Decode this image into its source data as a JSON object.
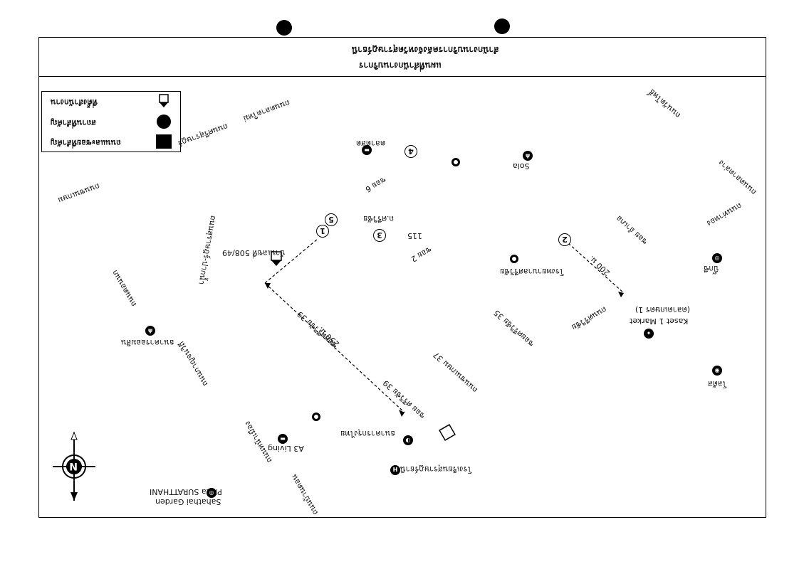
{
  "header": {
    "line1": "แผนที่สำนักงานบริการ",
    "line2": "สำนักงานบริการคลังจังหวัดสุราษฎร์ธานี"
  },
  "legend": {
    "items": [
      {
        "label": "ที่ตั้งสำนักงาน",
        "symbol": "arrow-marker-icon"
      },
      {
        "label": "สถานที่สำคัญ",
        "symbol": "filled-circle-icon"
      },
      {
        "label": "ถนนและซอยที่สำคัญ",
        "symbol": "filled-square-icon"
      }
    ]
  },
  "labels": {
    "sahathai": "Sahathai Garden",
    "plaza": "Plaza SURATTHANI",
    "a3living": "A3 Living",
    "kaset": "Kaset 1 Market",
    "kaset_sub": "(ตลาดเกษตร 1)",
    "sola": "Sola",
    "lotus": "โลตัส",
    "bigc": "บิ๊กซี",
    "hospital": "โรงพยาบาลศรีวิชัย",
    "bank1": "ธนาคารกรุงไทย",
    "bank2": "ธนาคารออมสิน",
    "school": "โรงเรียนสุราษฎร์ธานี",
    "market": "ตลาดสด",
    "office_addr": "บ้านเลขที่ 508/49",
    "num115": "115",
    "num_road": "ถ.ศรีวิชัย",
    "road_a": "ถนนชนเกษม",
    "road_b": "ถนนตลาดใหม่",
    "road_c": "ถนนศรีสุราษฎร์",
    "road_d": "ซอยศรีวิชัย 39",
    "road_e": "ซอยศรีวิชัย 35",
    "road_f": "ถนนชนเกษม 37",
    "road_g": "ถนนสุราษฎร์-ปากน้ำ",
    "road_h": "ถนนดอนนก",
    "road_i": "ถนนกาญจนวิถี",
    "road_j": "ถนนหน้าเมือง",
    "road_k": "ถนนบ้านดอน",
    "road_l": "ถนนวัดโพธิ์",
    "road_m": "ถนนตลาดล่าง",
    "road_n": "ถนนท่าทอง",
    "road_o": "ซอย 6",
    "road_p": "ซอย 2",
    "road_q": "ถนนศรีวิชัย",
    "dist1": "250 ม.",
    "dist2": "200 ม.",
    "dist3": "ซอย ศรีวิชัย 39",
    "dist4": "ซอย อำเภอ"
  },
  "numbers": [
    "1",
    "2",
    "3",
    "4",
    "5"
  ]
}
